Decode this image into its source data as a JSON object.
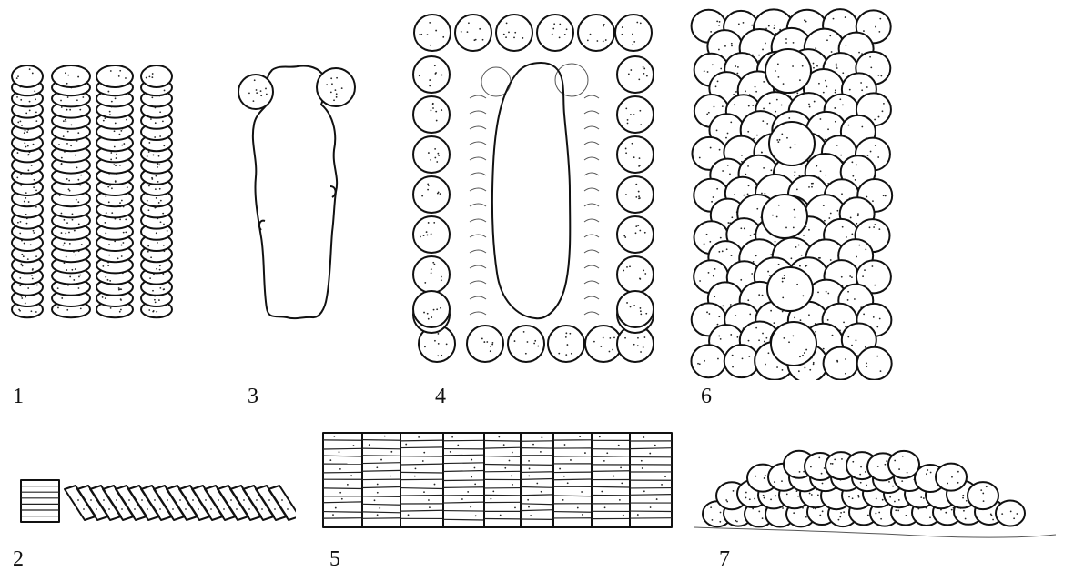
{
  "figures": [
    {
      "id": "fig1",
      "label": "1",
      "motif": "four-columns-of-stacked-disc-cells"
    },
    {
      "id": "fig2",
      "label": "2",
      "motif": "stacked-plates-and-tilted-row-side-view"
    },
    {
      "id": "fig3",
      "label": "3",
      "motif": "body-outline-with-two-rounded-lobes"
    },
    {
      "id": "fig4",
      "label": "4",
      "motif": "frame-of-circular-cells-around-central-cavity"
    },
    {
      "id": "fig5",
      "label": "5",
      "motif": "grid-of-banded-flat-cells"
    },
    {
      "id": "fig6",
      "label": "6",
      "motif": "dense-cylindrical-cell-mass"
    },
    {
      "id": "fig7",
      "label": "7",
      "motif": "low-dome-cell-mound-side-view"
    }
  ],
  "colors": {
    "ink": "#111111",
    "paper": "#ffffff"
  }
}
